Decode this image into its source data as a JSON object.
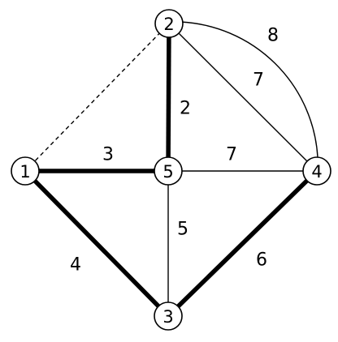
{
  "graph": {
    "nodes": [
      {
        "id": "1",
        "label": "1"
      },
      {
        "id": "2",
        "label": "2"
      },
      {
        "id": "3",
        "label": "3"
      },
      {
        "id": "4",
        "label": "4"
      },
      {
        "id": "5",
        "label": "5"
      }
    ],
    "edges": [
      {
        "from": "1",
        "to": "2",
        "weight": "",
        "style": "dashed"
      },
      {
        "from": "2",
        "to": "5",
        "weight": "2",
        "style": "bold"
      },
      {
        "from": "1",
        "to": "5",
        "weight": "3",
        "style": "bold"
      },
      {
        "from": "1",
        "to": "3",
        "weight": "4",
        "style": "bold"
      },
      {
        "from": "3",
        "to": "4",
        "weight": "6",
        "style": "bold"
      },
      {
        "from": "5",
        "to": "3",
        "weight": "5",
        "style": "thin"
      },
      {
        "from": "5",
        "to": "4",
        "weight": "7",
        "style": "thin"
      },
      {
        "from": "2",
        "to": "4",
        "weight": "7",
        "style": "thin"
      },
      {
        "from": "2",
        "to": "4",
        "weight": "8",
        "style": "thin-arc"
      }
    ]
  }
}
